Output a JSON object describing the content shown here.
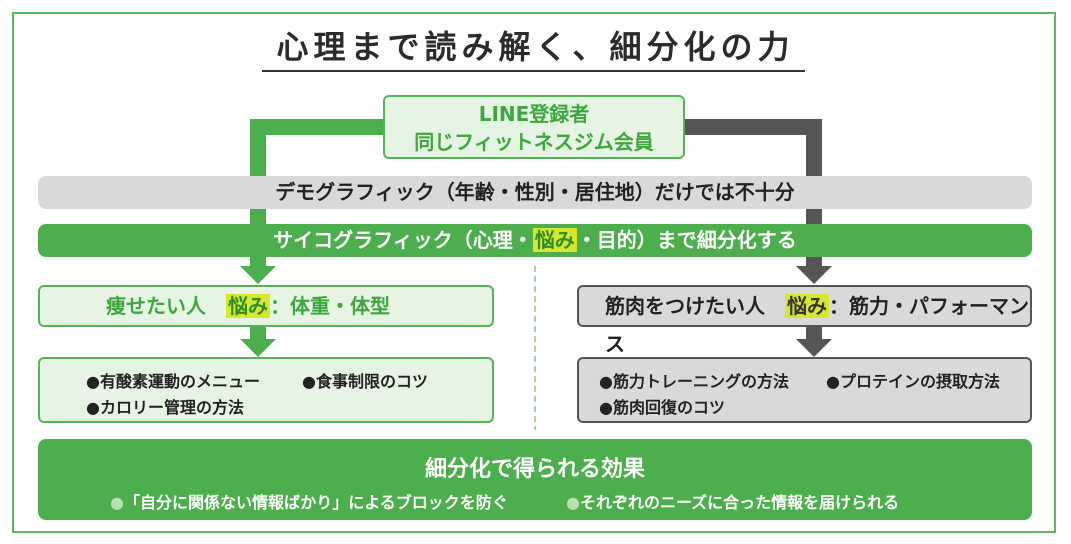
{
  "title": "心理まで読み解く、細分化の力",
  "top_box": {
    "line1": "LINE登録者",
    "line2": "同じフィットネスジム会員"
  },
  "demographic_bar": "デモグラフィック（年齢・性別・居住地）だけでは不十分",
  "psychographic_bar": {
    "before": "サイコグラフィック（心理・",
    "highlight": "悩み",
    "after": "・目的）まで細分化する"
  },
  "left_segment": {
    "label": "痩せたい人",
    "highlight": "悩み",
    "detail": "：体重・体型"
  },
  "right_segment": {
    "label": "筋肉をつけたい人",
    "highlight": "悩み",
    "detail": "：筋力・パフォーマンス"
  },
  "left_items": [
    "●有酸素運動のメニュー",
    "●食事制限のコツ",
    "●カロリー管理の方法"
  ],
  "right_items": [
    "●筋力トレーニングの方法",
    "●プロテインの摂取方法",
    "●筋肉回復のコツ"
  ],
  "effects": {
    "title": "細分化で得られる効果",
    "points": [
      "「自分に関係ない情報ばかり」によるブロックを防ぐ",
      "それぞれのニーズに合った情報を届けられる"
    ]
  },
  "colors": {
    "green": "#4cae4c",
    "light_green": "#e6f4e3",
    "gray": "#d9d9d9",
    "dark_gray": "#555555",
    "highlight": "#d7e82b"
  }
}
